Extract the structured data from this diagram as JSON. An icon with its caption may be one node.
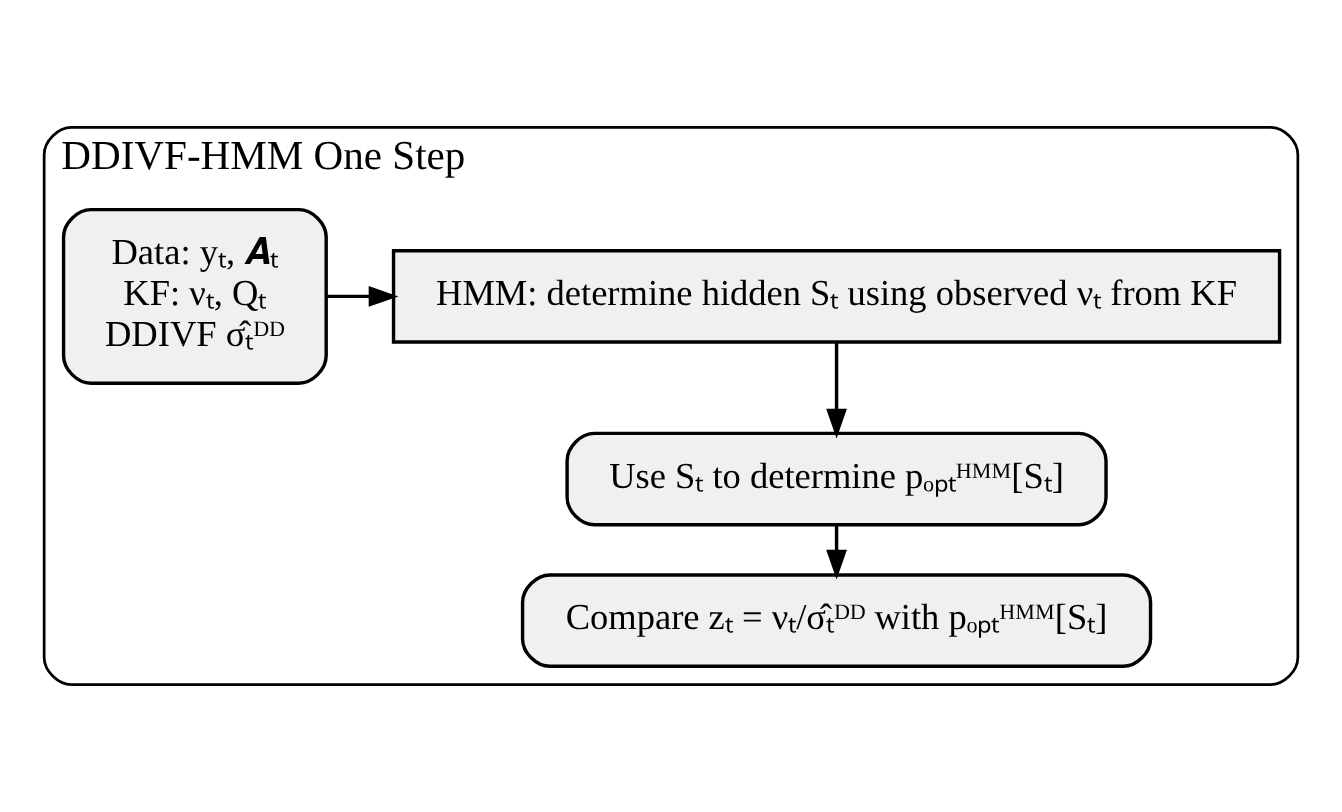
{
  "diagram": {
    "nodes": [
      {
        "text": [
          "DDIVF-HMM One Step"
        ]
      },
      {
        "text": [
          "Data: yₜ, 𝑨ₜ",
          "KF: νₜ, Qₜ",
          "DDIVF σ̂ₜᴰᴰ"
        ],
        "in": 0
      },
      {
        "text": [
          "HMM: determine hidden Sₜ using observed νₜ from KF"
        ],
        "in": 0
      },
      {
        "text": [
          "Use Sₜ to determine pₒₚₜᴴᴹᴹ[Sₜ]"
        ],
        "in": 0
      },
      {
        "text": [
          "Compare zₜ = νₜ/σ̂ₜᴰᴰ with pₒₚₜᴴᴹᴹ[Sₜ]"
        ],
        "in": 0
      }
    ],
    "edges": [
      {
        "from": 1,
        "to": 2,
        "arrow": "to"
      },
      {
        "from": 2,
        "to": 3,
        "arrow": "to"
      },
      {
        "from": 3,
        "to": 4,
        "arrow": "to"
      }
    ]
  }
}
